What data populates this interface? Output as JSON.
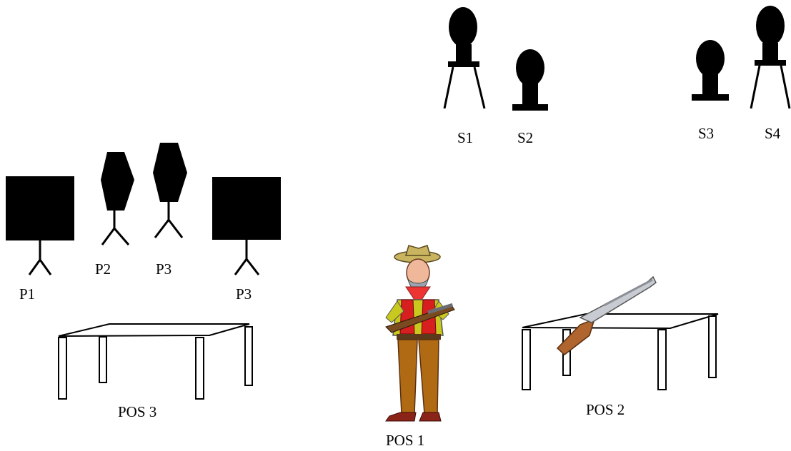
{
  "steel_targets": [
    {
      "id": "S1",
      "label": "S1",
      "kind": "pepper-popper"
    },
    {
      "id": "S2",
      "label": "S2",
      "kind": "plate"
    },
    {
      "id": "S3",
      "label": "S3",
      "kind": "plate"
    },
    {
      "id": "S4",
      "label": "S4",
      "kind": "pepper-popper"
    }
  ],
  "paper_targets": [
    {
      "id": "P1a",
      "label": "P1",
      "kind": "square-target"
    },
    {
      "id": "P2",
      "label": "P2",
      "kind": "hexagon-target"
    },
    {
      "id": "P3a",
      "label": "P3",
      "kind": "hexagon-target"
    },
    {
      "id": "P3b",
      "label": "P3",
      "kind": "square-target"
    }
  ],
  "positions": [
    {
      "id": "pos3",
      "label": "POS 3",
      "icon": "table-icon"
    },
    {
      "id": "pos1",
      "label": "POS 1",
      "icon": "cowboy-shooter-icon"
    },
    {
      "id": "pos2",
      "label": "POS 2",
      "icon": "table-with-shotgun-icon"
    }
  ],
  "colors": {
    "target": "#000000",
    "background": "#ffffff",
    "cowboy_vest": "#d81f1f",
    "cowboy_shirt": "#c8c81e",
    "cowboy_pants": "#b06a14",
    "gun_stock": "#b0642e"
  }
}
